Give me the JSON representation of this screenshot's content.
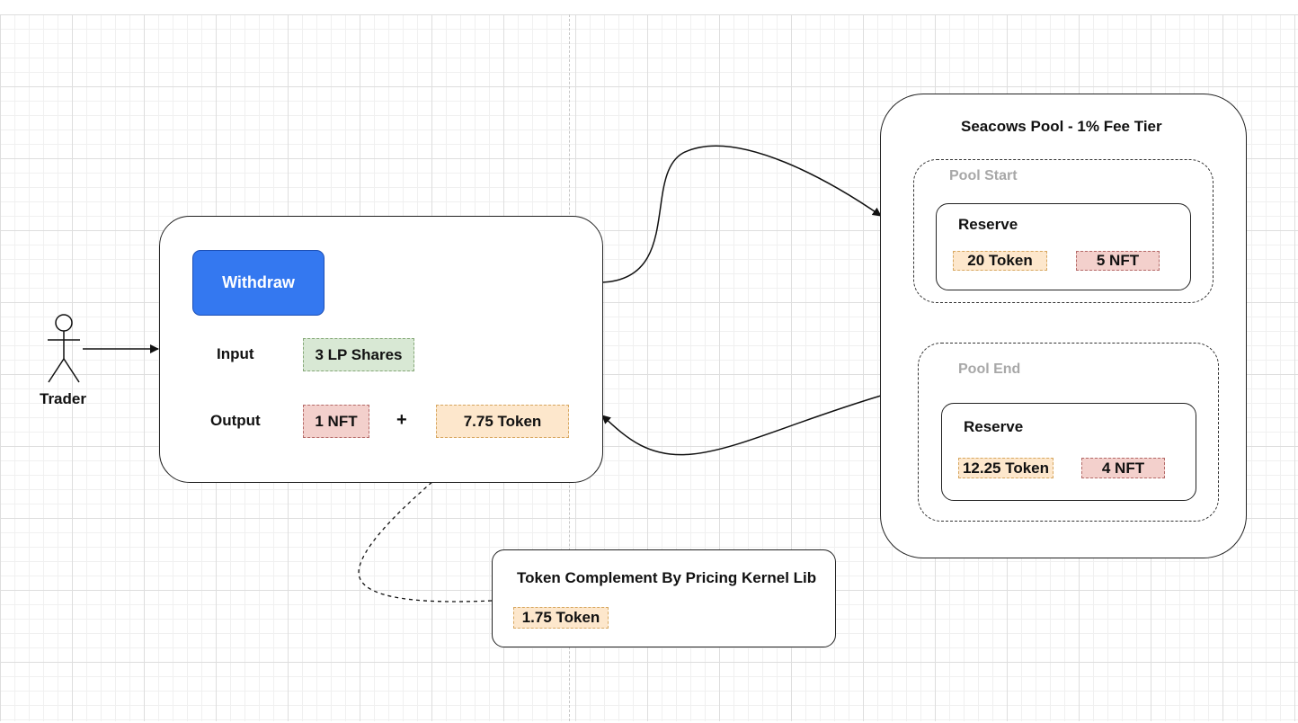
{
  "actor": {
    "label": "Trader"
  },
  "withdraw_box": {
    "button_label": "Withdraw",
    "input_label": "Input",
    "input_value": "3 LP Shares",
    "output_label": "Output",
    "output_nft": "1 NFT",
    "plus": "+",
    "output_token": "7.75 Token"
  },
  "pool": {
    "title": "Seacows Pool - 1% Fee Tier",
    "start": {
      "label": "Pool Start",
      "reserve_label": "Reserve",
      "token": "20 Token",
      "nft": "5 NFT"
    },
    "end": {
      "label": "Pool End",
      "reserve_label": "Reserve",
      "token": "12.25 Token",
      "nft": "4 NFT"
    }
  },
  "complement": {
    "title": "Token Complement By Pricing Kernel Lib",
    "value": "1.75 Token"
  },
  "colors": {
    "button": "#3478f0",
    "token_fill": "#fde7cc",
    "nft_fill": "#f3d0cc",
    "lp_fill": "#d8e8d4"
  }
}
